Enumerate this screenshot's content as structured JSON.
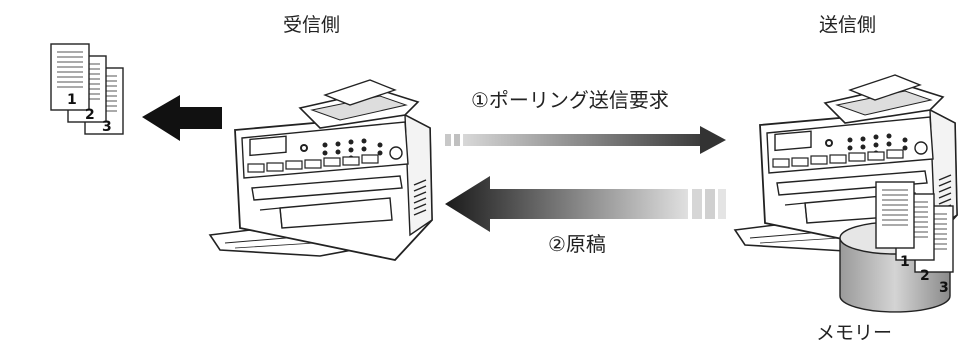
{
  "receiver": {
    "label": "受信側"
  },
  "sender": {
    "label": "送信側"
  },
  "arrows": {
    "request_label": "①ポーリング送信要求",
    "document_label": "②原稿"
  },
  "memory": {
    "label": "メモリー"
  },
  "printed_pages": {
    "page_numbers": [
      "1",
      "2",
      "3"
    ]
  },
  "stored_pages": {
    "page_numbers": [
      "1",
      "2",
      "3"
    ]
  }
}
